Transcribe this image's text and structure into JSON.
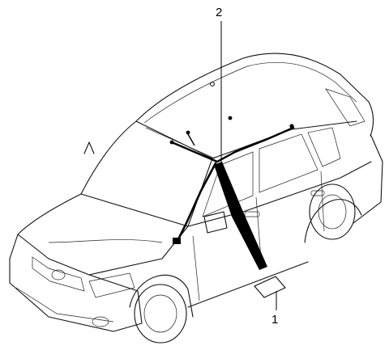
{
  "diagram": {
    "callouts": [
      {
        "id": "part-1",
        "label": "1"
      },
      {
        "id": "part-2",
        "label": "2"
      }
    ],
    "colors": {
      "line": "#111111",
      "harness": "#000000",
      "background": "#ffffff"
    }
  }
}
